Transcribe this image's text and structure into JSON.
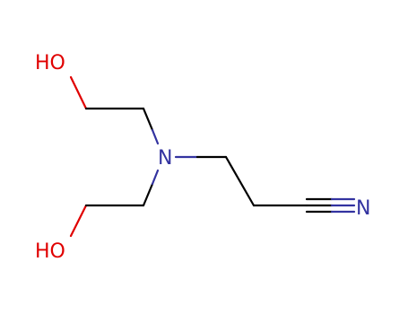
{
  "colors": {
    "bond": "#000000",
    "nitrogen": "#3333a0",
    "oxygen": "#e00000",
    "background": "#ffffff"
  },
  "atoms": {
    "ho_top": "HO",
    "ho_bottom": "HO",
    "n_center": "N",
    "n_nitrile": "N"
  }
}
